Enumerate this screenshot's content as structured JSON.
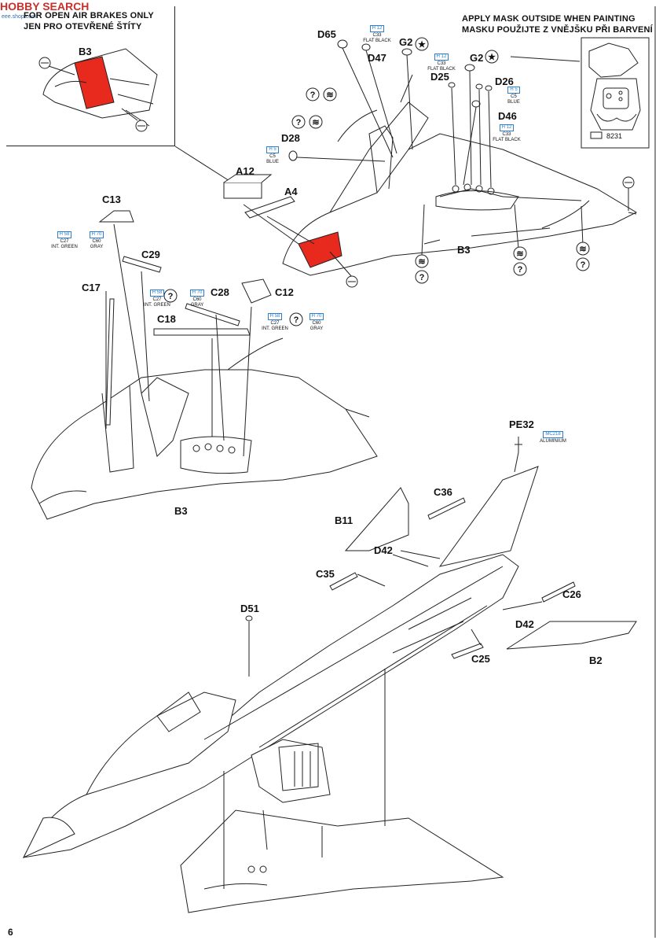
{
  "watermark": {
    "logo_text": "HOBBY SEARCH",
    "site": "eee.shop.com"
  },
  "page_number": "6",
  "inset_note": {
    "line1": "FOR OPEN AIR BRAKES ONLY",
    "line2": "JEN PRO OTEVŘENÉ ŠTÍTY"
  },
  "mask_note": {
    "line1": "APPLY MASK OUTSIDE WHEN PAINTING",
    "line2": "MASKU POUŽIJTE Z VNĚJŠKU PŘI BARVENÍ"
  },
  "mask_sheet_number": "8231",
  "part_labels": {
    "b3_inset": "B3",
    "d65": "D65",
    "d47": "D47",
    "g2_a": "G2",
    "g2_b": "G2",
    "d25": "D25",
    "d26": "D26",
    "d46": "D46",
    "d28": "D28",
    "a12": "A12",
    "a4": "A4",
    "b3_top": "B3",
    "c13": "C13",
    "c29": "C29",
    "c17": "C17",
    "c28": "C28",
    "c12": "C12",
    "c18": "C18",
    "b3_mid": "B3",
    "pe32": "PE32",
    "c36": "C36",
    "b11": "B11",
    "d42_a": "D42",
    "c35": "C35",
    "c26": "C26",
    "d51": "D51",
    "d42_b": "D42",
    "c25": "C25",
    "b2": "B2"
  },
  "paint_callouts": {
    "d65": {
      "code": "H 12",
      "code2": "C33",
      "name": "FLAT BLACK"
    },
    "d25": {
      "code": "H 12",
      "code2": "C33",
      "name": "FLAT BLACK"
    },
    "d26": {
      "code": "H 5",
      "code2": "C5",
      "name": "BLUE"
    },
    "d46": {
      "code": "H 12",
      "code2": "C33",
      "name": "FLAT BLACK"
    },
    "d28": {
      "code": "H 5",
      "code2": "C5",
      "name": "BLUE"
    },
    "c13_green": {
      "code": "H 58",
      "code2": "C27",
      "name": "INT. GREEN"
    },
    "c13_gray": {
      "code": "H 70",
      "code2": "C60",
      "name": "GRAY"
    },
    "c28_green": {
      "code": "H 58",
      "code2": "C27",
      "name": "INT. GREEN"
    },
    "c28_gray": {
      "code": "H 70",
      "code2": "C60",
      "name": "GRAY"
    },
    "c12_green": {
      "code": "H 58",
      "code2": "C27",
      "name": "INT. GREEN"
    },
    "c12_gray": {
      "code": "H 70",
      "code2": "C60",
      "name": "GRAY"
    },
    "pe32": {
      "code": "MC218",
      "name": "ALUMINIUM"
    }
  },
  "colors": {
    "red_paint": "#e8291e",
    "line": "#222222",
    "gsi_blue": "#2a7fd0"
  },
  "icons": [
    "help-circle-icon",
    "decal-stripes-icon",
    "no-glue-icon",
    "star-insignia-icon",
    "arrow-icon"
  ]
}
